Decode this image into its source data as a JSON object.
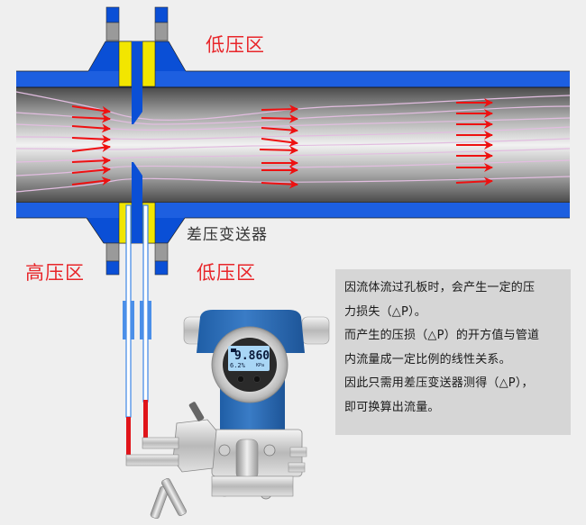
{
  "labels": {
    "low_pressure_top": "低压区",
    "high_pressure": "高压区",
    "low_pressure_bottom": "低压区",
    "transmitter": "差压变送器"
  },
  "info": {
    "lines": [
      "因流体流过孔板时，会产生一定的压",
      "力损失（△P）。",
      "而产生的压损（△P）的开方值与管道",
      "内流量成一定比例的线性关系。",
      "因此只需用差压变送器测得（△P），",
      "即可换算出流量。"
    ]
  },
  "display": {
    "value": "9.860",
    "percent": "6.2%",
    "unit": "KPa"
  },
  "colors": {
    "pipe_blue": "#1d5fe0",
    "flange_blue": "#0a4fd6",
    "gasket_yellow": "#f2e600",
    "arrow_red": "#ee1111",
    "label_red": "#e8262a",
    "streamline": "#e2bde0",
    "transmitter_blue": "#2f6fb8",
    "lcd_bg": "#a9d6f5",
    "info_bg": "#d6d6d6"
  }
}
